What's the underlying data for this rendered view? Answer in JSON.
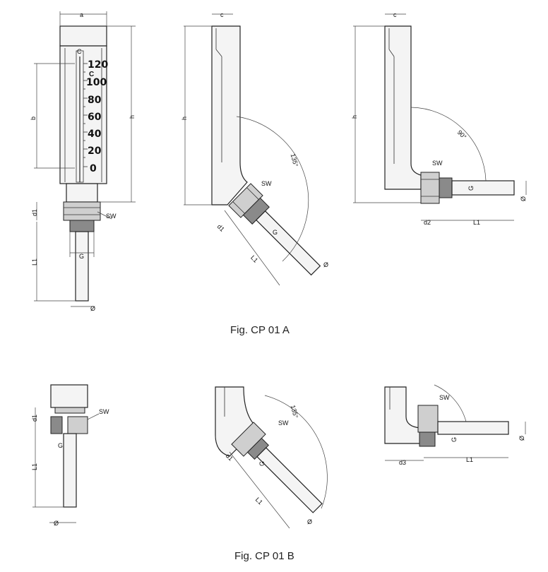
{
  "figures": {
    "a_caption": "Fig. CP 01 A",
    "b_caption": "Fig. CP 01 B"
  },
  "scale": {
    "unit": "C",
    "ticks": [
      "120",
      "100",
      "80",
      "60",
      "40",
      "20",
      "0"
    ]
  },
  "dimensions": {
    "a": "a",
    "b": "b",
    "c": "c",
    "h": "h",
    "d1": "d1",
    "d2": "d2",
    "d3": "d3",
    "L1": "L1",
    "G": "G",
    "dia": "Ø",
    "SW": "SW",
    "angle135": "135°",
    "angle90": "90°"
  }
}
